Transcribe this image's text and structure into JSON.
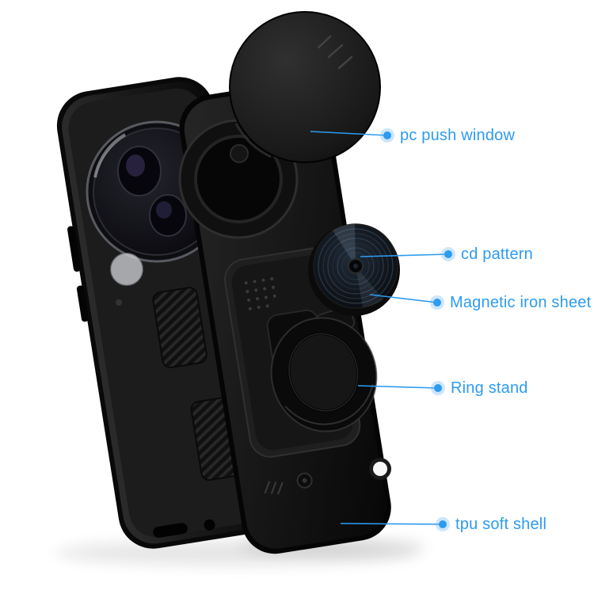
{
  "annotations": {
    "accent_color": "#2d9bf0",
    "items": [
      {
        "id": "pc-push-window",
        "label": "pc push window"
      },
      {
        "id": "cd-pattern",
        "label": "cd pattern"
      },
      {
        "id": "magnetic-iron-sheet",
        "label": "Magnetic iron sheet"
      },
      {
        "id": "ring-stand",
        "label": "Ring stand"
      },
      {
        "id": "tpu-soft-shell",
        "label": "tpu soft shell"
      }
    ]
  }
}
